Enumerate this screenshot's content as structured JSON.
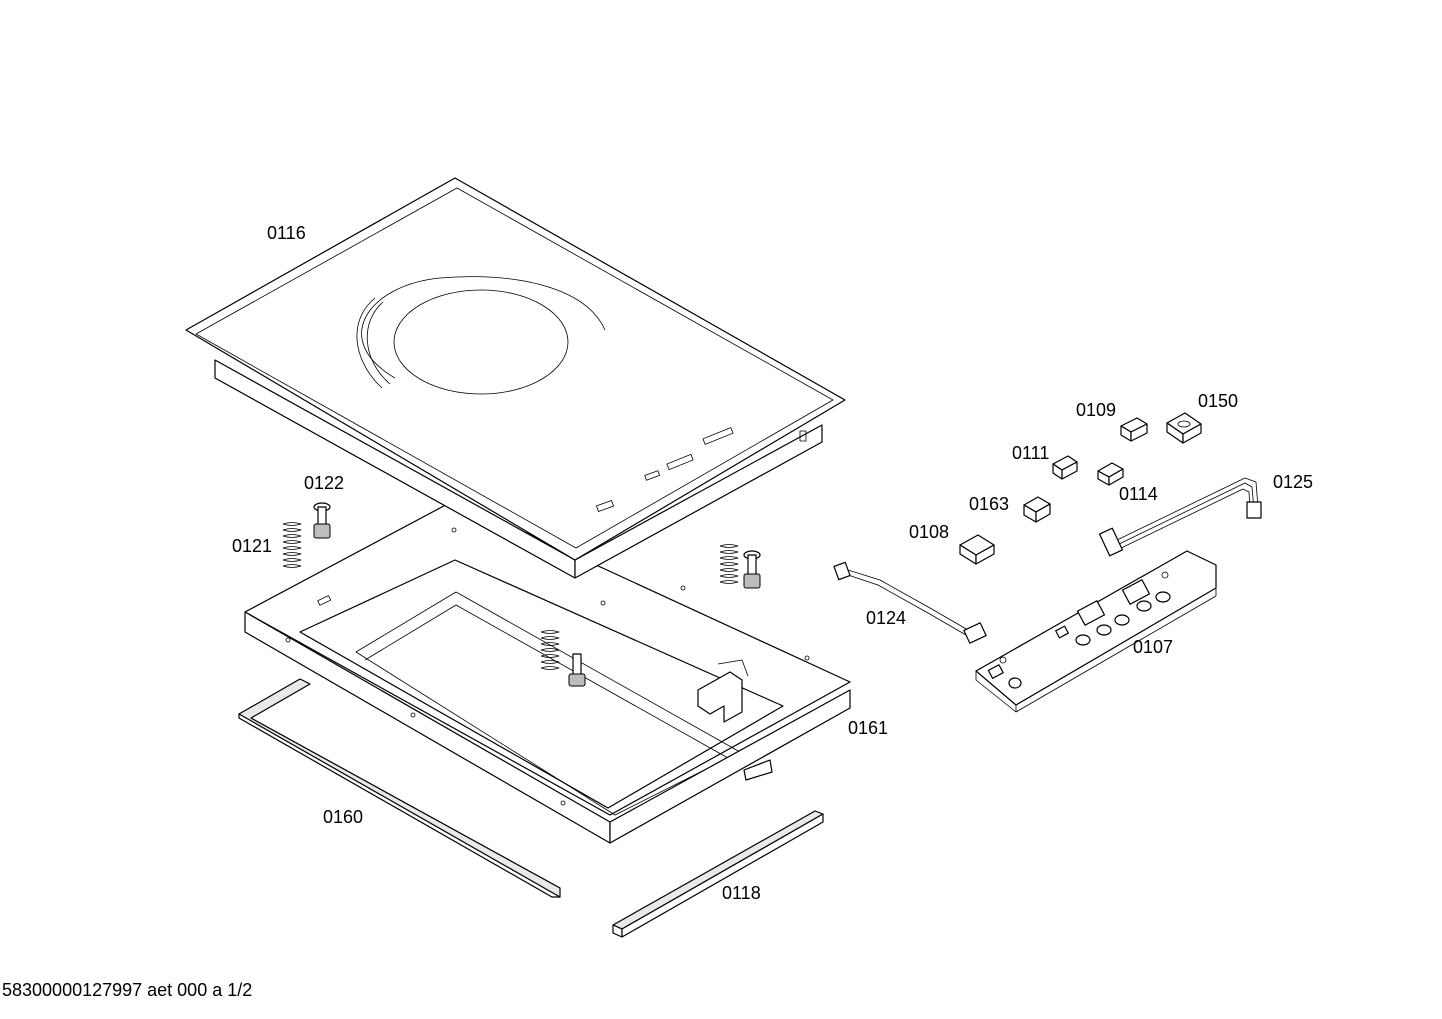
{
  "labels": {
    "l0116": "0116",
    "l0122": "0122",
    "l0121": "0121",
    "l0109": "0109",
    "l0150": "0150",
    "l0111": "0111",
    "l0114": "0114",
    "l0125": "0125",
    "l0163": "0163",
    "l0108": "0108",
    "l0124": "0124",
    "l0107": "0107",
    "l0161": "0161",
    "l0160": "0160",
    "l0118": "0118"
  },
  "footer": "58300000127997 aet 000 a 1/2"
}
